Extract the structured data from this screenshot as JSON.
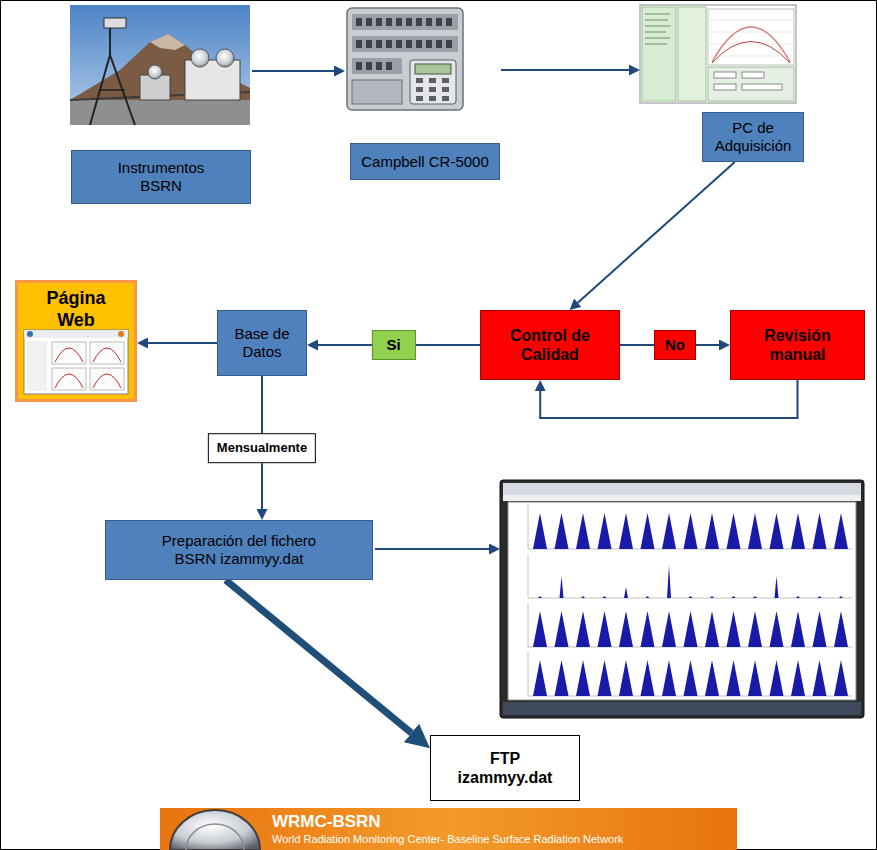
{
  "diagram": {
    "nodes": [
      {
        "text": [
          "Instrumentos BSRN"
        ]
      },
      {
        "text": [
          "Campbell CR-5000"
        ]
      },
      {
        "text": [
          "PC de Adquisición"
        ]
      },
      {
        "text": [
          "Página Web"
        ]
      },
      {
        "text": [
          "Base de Datos"
        ]
      },
      {
        "text": [
          "Control de Calidad"
        ]
      },
      {
        "text": [
          "Revisión manual"
        ]
      },
      {
        "text": [
          "Preparación del fichero BSRN izammyy.dat"
        ]
      },
      {
        "text": [
          "FTP izammyy.dat"
        ]
      },
      {
        "text": [
          "WRMC-BSRN",
          "World Radiation Monitoring Center- Baseline Surface Radiation Network"
        ]
      }
    ],
    "edges": [
      {
        "from": 0,
        "to": 1,
        "arrow": "to"
      },
      {
        "from": 1,
        "to": 2,
        "arrow": "to"
      },
      {
        "from": 2,
        "to": 5,
        "arrow": "to"
      },
      {
        "from": 5,
        "to": 4,
        "label": "Si",
        "arrow": "to"
      },
      {
        "from": 5,
        "to": 6,
        "label": "No",
        "arrow": "to"
      },
      {
        "from": 6,
        "to": 5,
        "arrow": "to"
      },
      {
        "from": 4,
        "to": 3,
        "arrow": "to"
      },
      {
        "from": 4,
        "to": 7,
        "label": "Mensualmente",
        "arrow": "to"
      },
      {
        "from": 7,
        "to": 8,
        "arrow": "to"
      }
    ]
  }
}
